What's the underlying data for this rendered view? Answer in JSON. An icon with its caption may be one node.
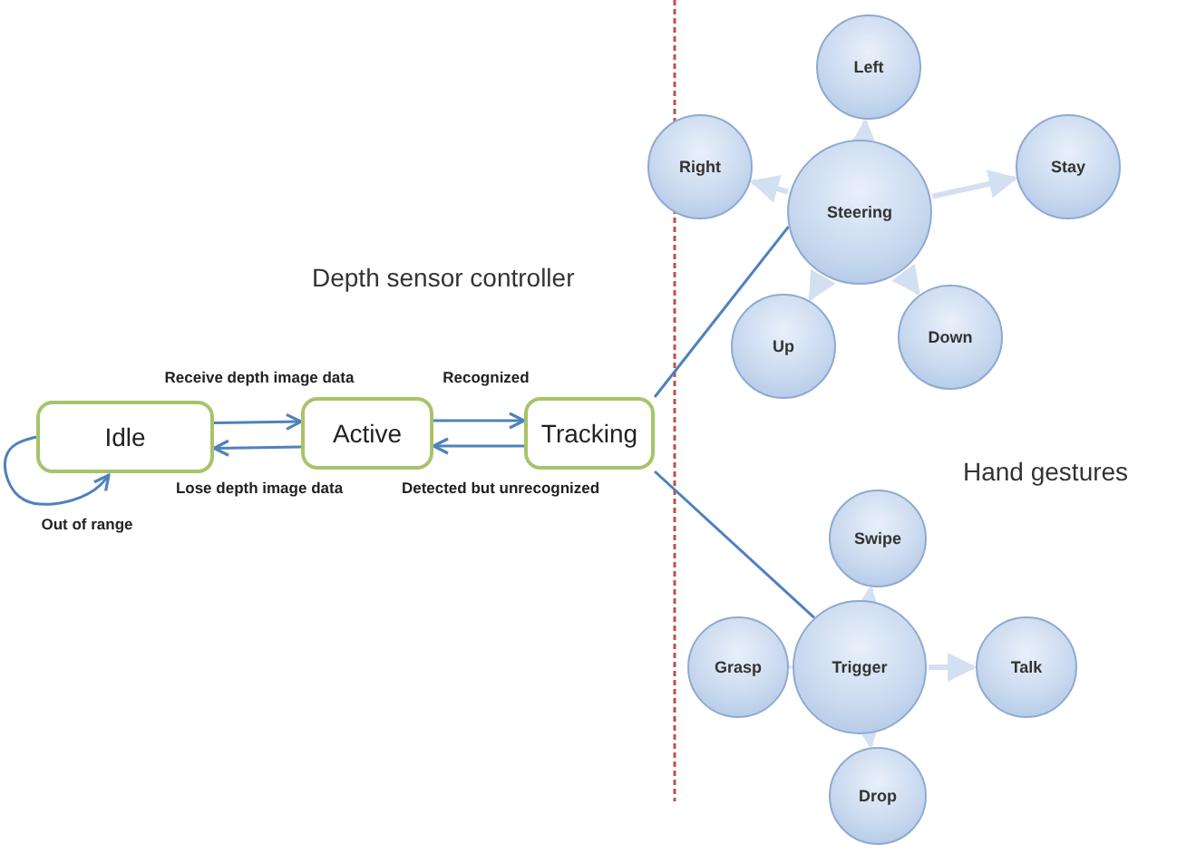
{
  "diagram": {
    "nodes": [
      {
        "text": [
          "Idle"
        ]
      },
      {
        "text": [
          "Active"
        ]
      },
      {
        "text": [
          "Tracking"
        ]
      },
      {
        "text": [
          "Steering"
        ]
      },
      {
        "text": [
          "Left"
        ]
      },
      {
        "text": [
          "Stay"
        ]
      },
      {
        "text": [
          "Down"
        ]
      },
      {
        "text": [
          "Up"
        ]
      },
      {
        "text": [
          "Right"
        ]
      },
      {
        "text": [
          "Trigger"
        ]
      },
      {
        "text": [
          "Swipe"
        ]
      },
      {
        "text": [
          "Talk"
        ]
      },
      {
        "text": [
          "Drop"
        ]
      },
      {
        "text": [
          "Grasp"
        ]
      }
    ],
    "edges": [
      {
        "from": 0,
        "to": 1,
        "arrow": "to",
        "label": "Receive depth image data",
        "color": "#4f81bd"
      },
      {
        "from": 1,
        "to": 0,
        "arrow": "to",
        "label": "Lose depth image data",
        "color": "#4f81bd"
      },
      {
        "from": 1,
        "to": 2,
        "arrow": "to",
        "label": "Recognized",
        "color": "#4f81bd"
      },
      {
        "from": 2,
        "to": 1,
        "arrow": "to",
        "label": "Detected but unrecognized",
        "color": "#4f81bd"
      },
      {
        "from": 0,
        "to": 0,
        "arrow": "to",
        "label": "Out of range",
        "color": "#4f81bd"
      },
      {
        "from": 2,
        "to": 3,
        "arrow": "none",
        "color": "#4f81bd"
      },
      {
        "from": 2,
        "to": 9,
        "arrow": "none",
        "color": "#4f81bd"
      },
      {
        "from": 3,
        "to": 4,
        "arrow": "to"
      },
      {
        "from": 3,
        "to": 5,
        "arrow": "to"
      },
      {
        "from": 3,
        "to": 6,
        "arrow": "to"
      },
      {
        "from": 3,
        "to": 7,
        "arrow": "to"
      },
      {
        "from": 3,
        "to": 8,
        "arrow": "to"
      },
      {
        "from": 9,
        "to": 10,
        "arrow": "to"
      },
      {
        "from": 9,
        "to": 11,
        "arrow": "to"
      },
      {
        "from": 9,
        "to": 12,
        "arrow": "to"
      },
      {
        "from": 9,
        "to": 13,
        "arrow": "to"
      }
    ],
    "labels": [
      "Depth sensor controller",
      "Hand gestures"
    ]
  }
}
